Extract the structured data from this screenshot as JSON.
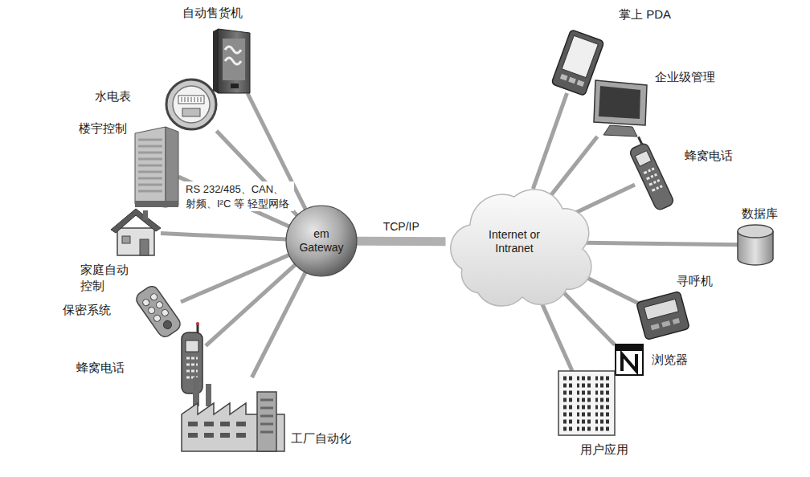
{
  "diagram": {
    "nodes": [
      {
        "text": [
          "自动售货机"
        ]
      },
      {
        "text": [
          "水电表"
        ]
      },
      {
        "text": [
          "楼宇控制"
        ]
      },
      {
        "text": [
          "家庭自动 控制"
        ]
      },
      {
        "text": [
          "保密系统"
        ]
      },
      {
        "text": [
          "蜂窝电话"
        ]
      },
      {
        "text": [
          "工厂自动化"
        ]
      },
      {
        "text": [
          "em Gateway"
        ]
      },
      {
        "text": [
          "Internet or Intranet"
        ]
      },
      {
        "text": [
          "掌上 PDA"
        ]
      },
      {
        "text": [
          "企业级管理"
        ]
      },
      {
        "text": [
          "蜂窝电话"
        ]
      },
      {
        "text": [
          "数据库"
        ]
      },
      {
        "text": [
          "寻呼机"
        ]
      },
      {
        "text": [
          "浏览器"
        ]
      },
      {
        "text": [
          "用户应用"
        ]
      }
    ],
    "edges": [
      {
        "from": 0,
        "to": 7,
        "arrow": "none"
      },
      {
        "from": 1,
        "to": 7,
        "arrow": "none"
      },
      {
        "from": 2,
        "to": 7,
        "arrow": "none"
      },
      {
        "from": 3,
        "to": 7,
        "arrow": "none"
      },
      {
        "from": 4,
        "to": 7,
        "arrow": "none"
      },
      {
        "from": 5,
        "to": 7,
        "arrow": "none"
      },
      {
        "from": 6,
        "to": 7,
        "arrow": "none"
      },
      {
        "from": 7,
        "to": 8,
        "label": "TCP/IP",
        "arrow": "none"
      },
      {
        "from": 8,
        "to": 9,
        "arrow": "none"
      },
      {
        "from": 8,
        "to": 10,
        "arrow": "none"
      },
      {
        "from": 8,
        "to": 11,
        "arrow": "none"
      },
      {
        "from": 8,
        "to": 12,
        "arrow": "none"
      },
      {
        "from": 8,
        "to": 13,
        "arrow": "none"
      },
      {
        "from": 8,
        "to": 14,
        "arrow": "none"
      },
      {
        "from": 8,
        "to": 15,
        "arrow": "none"
      }
    ],
    "labels": [
      "RS 232/485、CAN、 射频、I²C 等 轻型网络"
    ]
  }
}
